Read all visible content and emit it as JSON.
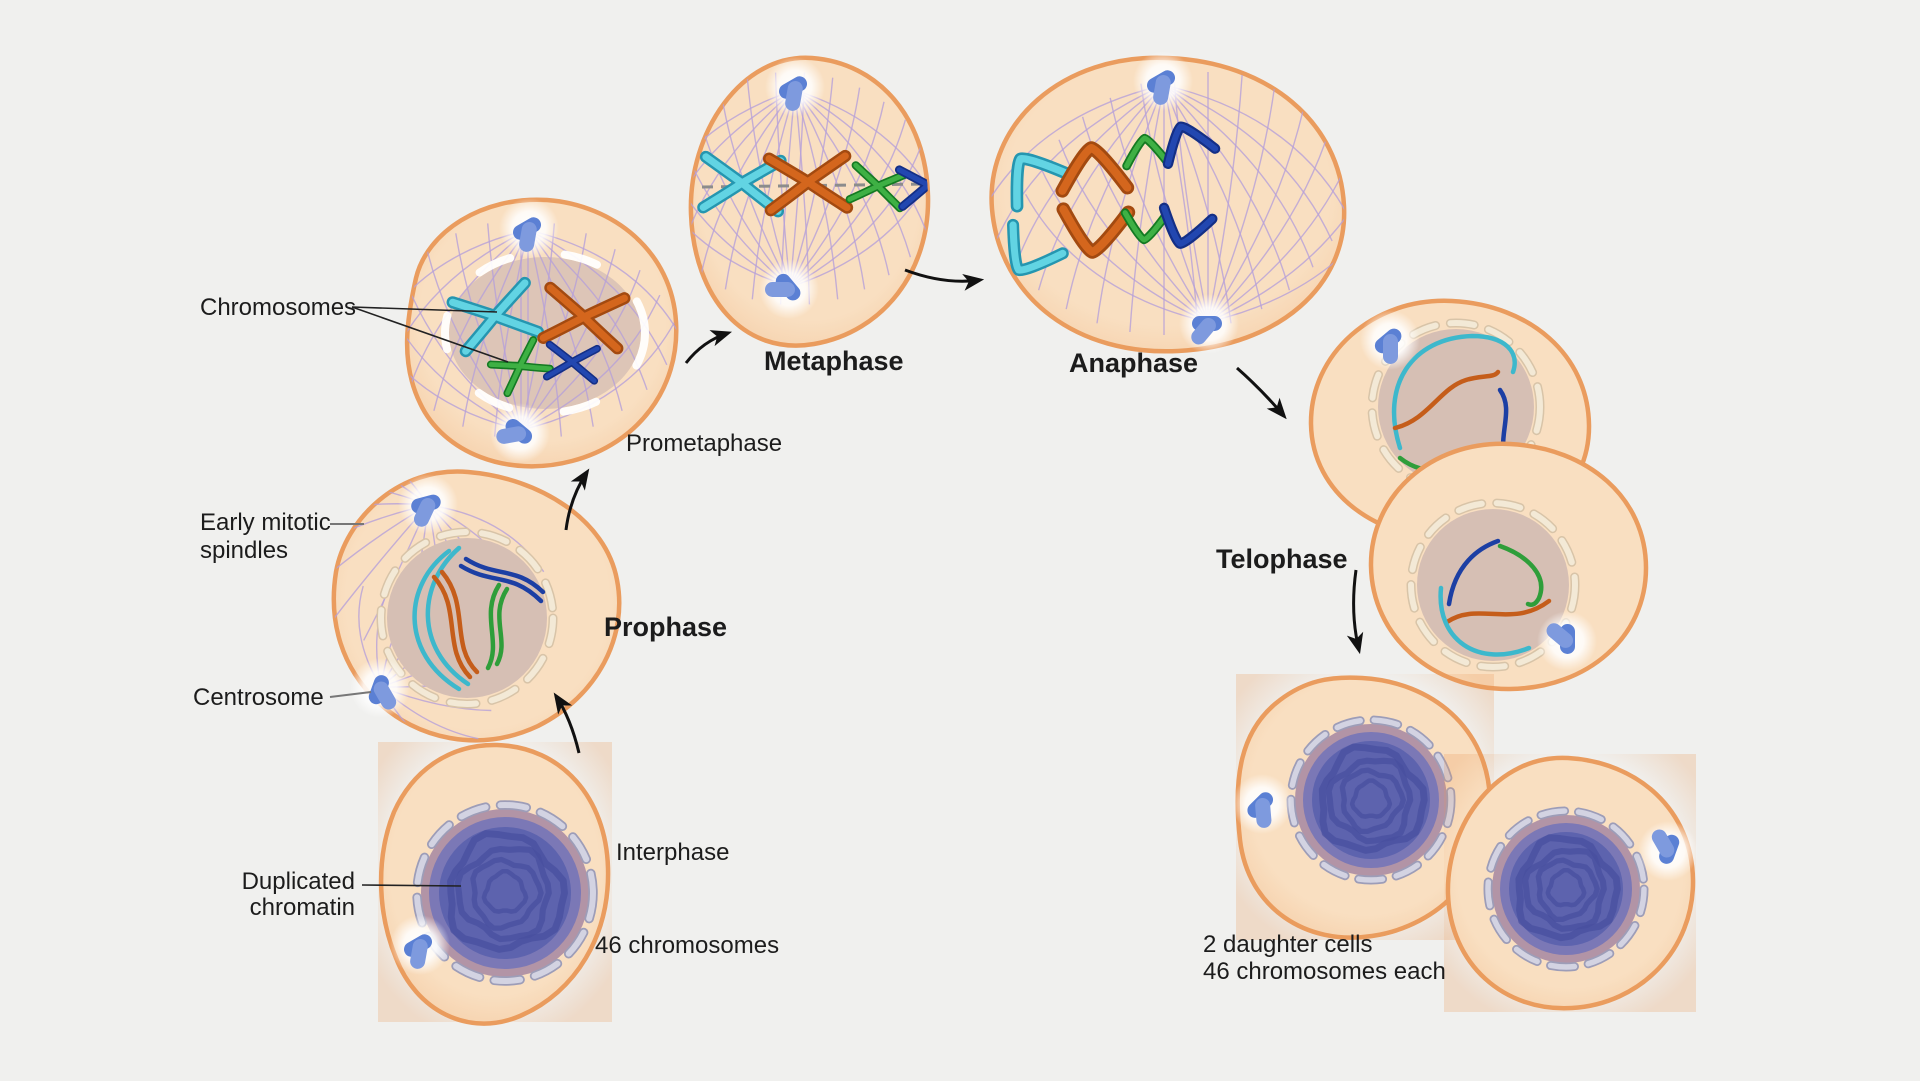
{
  "figure": {
    "subject": "Stages of mitosis cell division"
  },
  "stage_labels": {
    "interphase": "Interphase",
    "prophase": "Prophase",
    "prometaphase": "Prometaphase",
    "metaphase": "Metaphase",
    "anaphase": "Anaphase",
    "telophase": "Telophase"
  },
  "annotations": {
    "chromosomes": "Chromosomes",
    "early_mitotic_line1": "Early mitotic",
    "early_mitotic_line2": "spindles",
    "centrosome": "Centrosome",
    "duplicated_line1": "Duplicated",
    "duplicated_line2": "chromatin",
    "interphase_count": "46 chromosomes",
    "daughter_line1": "2 daughter cells",
    "daughter_line2": "46 chromosomes each"
  },
  "colors": {
    "background": "#f0f0ee",
    "cell_fill": "#f9dfc1",
    "cell_outline": "#ea9c5e",
    "nucleoplasm": "#d6bfb4",
    "chromatin_purple": "#5a61ad",
    "spindle_fiber": "#b7a0d8",
    "centrosome_blue": "#5b80d4",
    "chromosome_cyan": "#4fccdf",
    "chromosome_orange": "#d2651f",
    "chromosome_green": "#35ab3e",
    "chromosome_blue": "#1d3da6"
  }
}
